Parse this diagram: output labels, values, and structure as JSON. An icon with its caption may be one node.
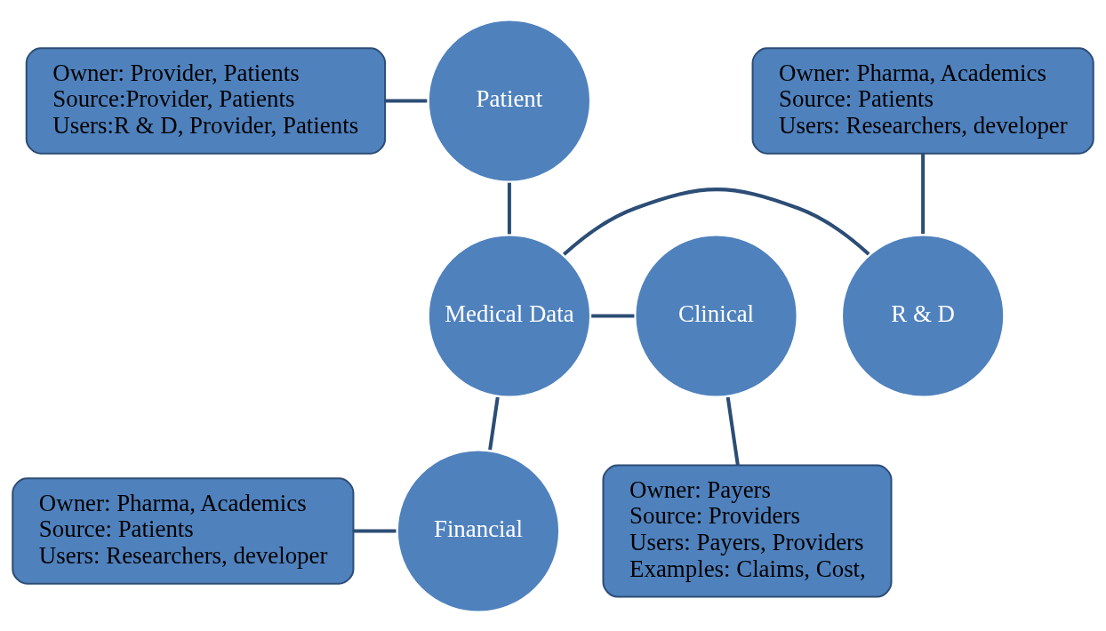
{
  "diagram": {
    "nodes": [
      {
        "text": [
          "Medical Data"
        ]
      },
      {
        "text": [
          "Patient"
        ]
      },
      {
        "text": [
          "R & D"
        ]
      },
      {
        "text": [
          "Clinical"
        ]
      },
      {
        "text": [
          "Financial"
        ]
      },
      {
        "text": [
          "Owner: Pharma, Academics",
          "Source: Patients",
          "Users: Researchers, developer"
        ]
      },
      {
        "text": [
          "Owner: Provider, Patients",
          "Source:Provider, Patients",
          "Users:R & D, Provider, Patients"
        ]
      },
      {
        "text": [
          "Owner: Pharma, Academics",
          "Source: Patients",
          "Users: Researchers, developer"
        ]
      },
      {
        "text": [
          "Owner: Payers",
          "Source: Providers",
          "Users: Payers, Providers",
          "Examples: Claims, Cost,"
        ]
      }
    ],
    "edges": [
      {
        "from": 0,
        "to": 1,
        "arrow": "none"
      },
      {
        "from": 0,
        "to": 2,
        "arrow": "none"
      },
      {
        "from": 0,
        "to": 3,
        "arrow": "none"
      },
      {
        "from": 0,
        "to": 4,
        "arrow": "none"
      },
      {
        "from": 5,
        "to": 2,
        "arrow": "none"
      },
      {
        "from": 6,
        "to": 1,
        "arrow": "none"
      },
      {
        "from": 7,
        "to": 4,
        "arrow": "none"
      },
      {
        "from": 8,
        "to": 3,
        "arrow": "none"
      }
    ]
  }
}
